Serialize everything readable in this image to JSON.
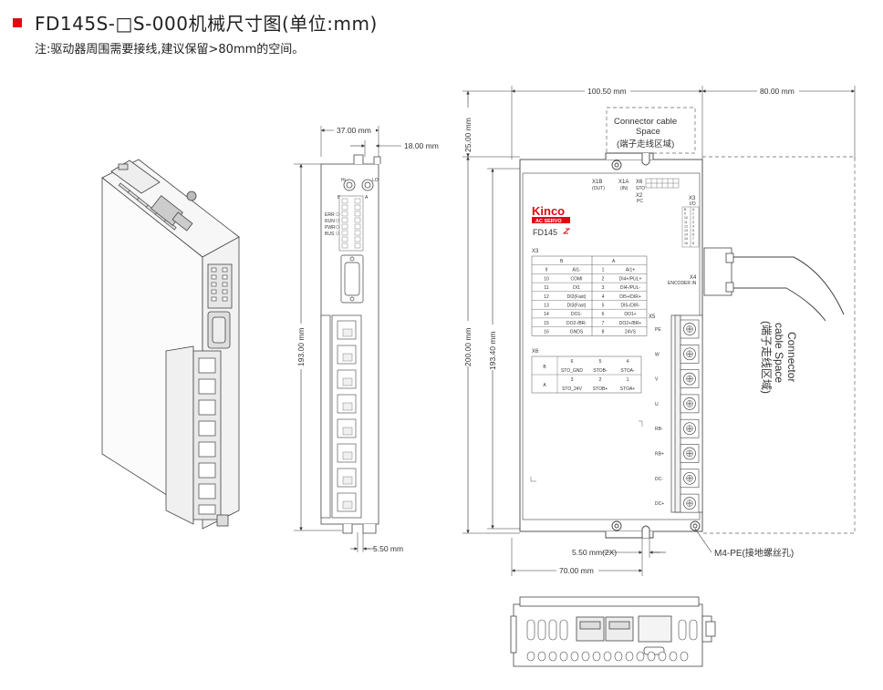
{
  "header": {
    "title": "FD145S-□S-000机械尺寸图(单位:mm)",
    "note": "注:驱动器周围需要接线,建议保留>80mm的空间。"
  },
  "dimensions": {
    "w37": "37.00 mm",
    "w18": "18.00 mm",
    "h193": "193.00 mm",
    "w5_5": "5.50 mm",
    "w100_5": "100.50 mm",
    "w80": "80.00 mm",
    "h25": "25.00 mm",
    "h200": "200.00 mm",
    "h193_4": "193.40 mm",
    "w5_5_2x": "5.50 mm(2X)",
    "w70": "70.00 mm"
  },
  "labels": {
    "cable_space_top_1": "Connector cable",
    "cable_space_top_2": "Space",
    "cable_space_top_3": "(端子走线区域)",
    "cable_space_side_1": "Connector",
    "cable_space_side_2": "cable Space",
    "cable_space_side_3": "(端子走线区域)",
    "m4pe": "M4-PE(接地螺丝孔)",
    "brand": "Kinco",
    "brand_sub": "AC SERVO",
    "model": "FD145",
    "x1b": "X1B",
    "x1b_sub": "(OUT)",
    "x1a": "X1A",
    "x1a_sub": "(IN)",
    "x6": "X6",
    "x6_sub": "STO",
    "x2": "X2",
    "x2_sub": "PC",
    "x3_right": "X3",
    "x3_right_sub": "I/O",
    "x4": "X4",
    "x4_sub": "ENCODER IN",
    "x5": "X5",
    "x3_table_title": "X3",
    "x6_table_title": "X6",
    "hi": "Hi",
    "lo": "LO",
    "b": "B",
    "a": "A",
    "leds": [
      "ERR",
      "RUN",
      "PWR",
      "BUS"
    ],
    "power_terms": [
      "PE",
      "W",
      "V",
      "U",
      "RB-",
      "RB+",
      "DC-",
      "DC+"
    ]
  },
  "x3_table": {
    "head": [
      "B",
      "A"
    ],
    "rows": [
      [
        "9",
        "AI1-",
        "1",
        "AI1+"
      ],
      [
        "10",
        "COMI",
        "2",
        "DI4+/PUL+"
      ],
      [
        "11",
        "DI1",
        "3",
        "DI4-/PUL-"
      ],
      [
        "12",
        "DI2(Fast)",
        "4",
        "DI5+/DIR+"
      ],
      [
        "13",
        "DI3(Fast)",
        "5",
        "DI5-/DIR-"
      ],
      [
        "14",
        "DO1-",
        "6",
        "DO1+"
      ],
      [
        "15",
        "DO2-/BR-",
        "7",
        "DO2+/BR+"
      ],
      [
        "16",
        "GNDS",
        "8",
        "24VS"
      ]
    ]
  },
  "x6_table": {
    "rows": [
      [
        "B",
        "6",
        "5",
        "4"
      ],
      [
        "",
        "STO_GND",
        "STOB-",
        "STOA-"
      ],
      [
        "A",
        "3",
        "2",
        "1"
      ],
      [
        "",
        "STO_24V",
        "STOB+",
        "STOA+"
      ]
    ]
  },
  "colors": {
    "accent": "#e30613",
    "line": "#333333"
  }
}
